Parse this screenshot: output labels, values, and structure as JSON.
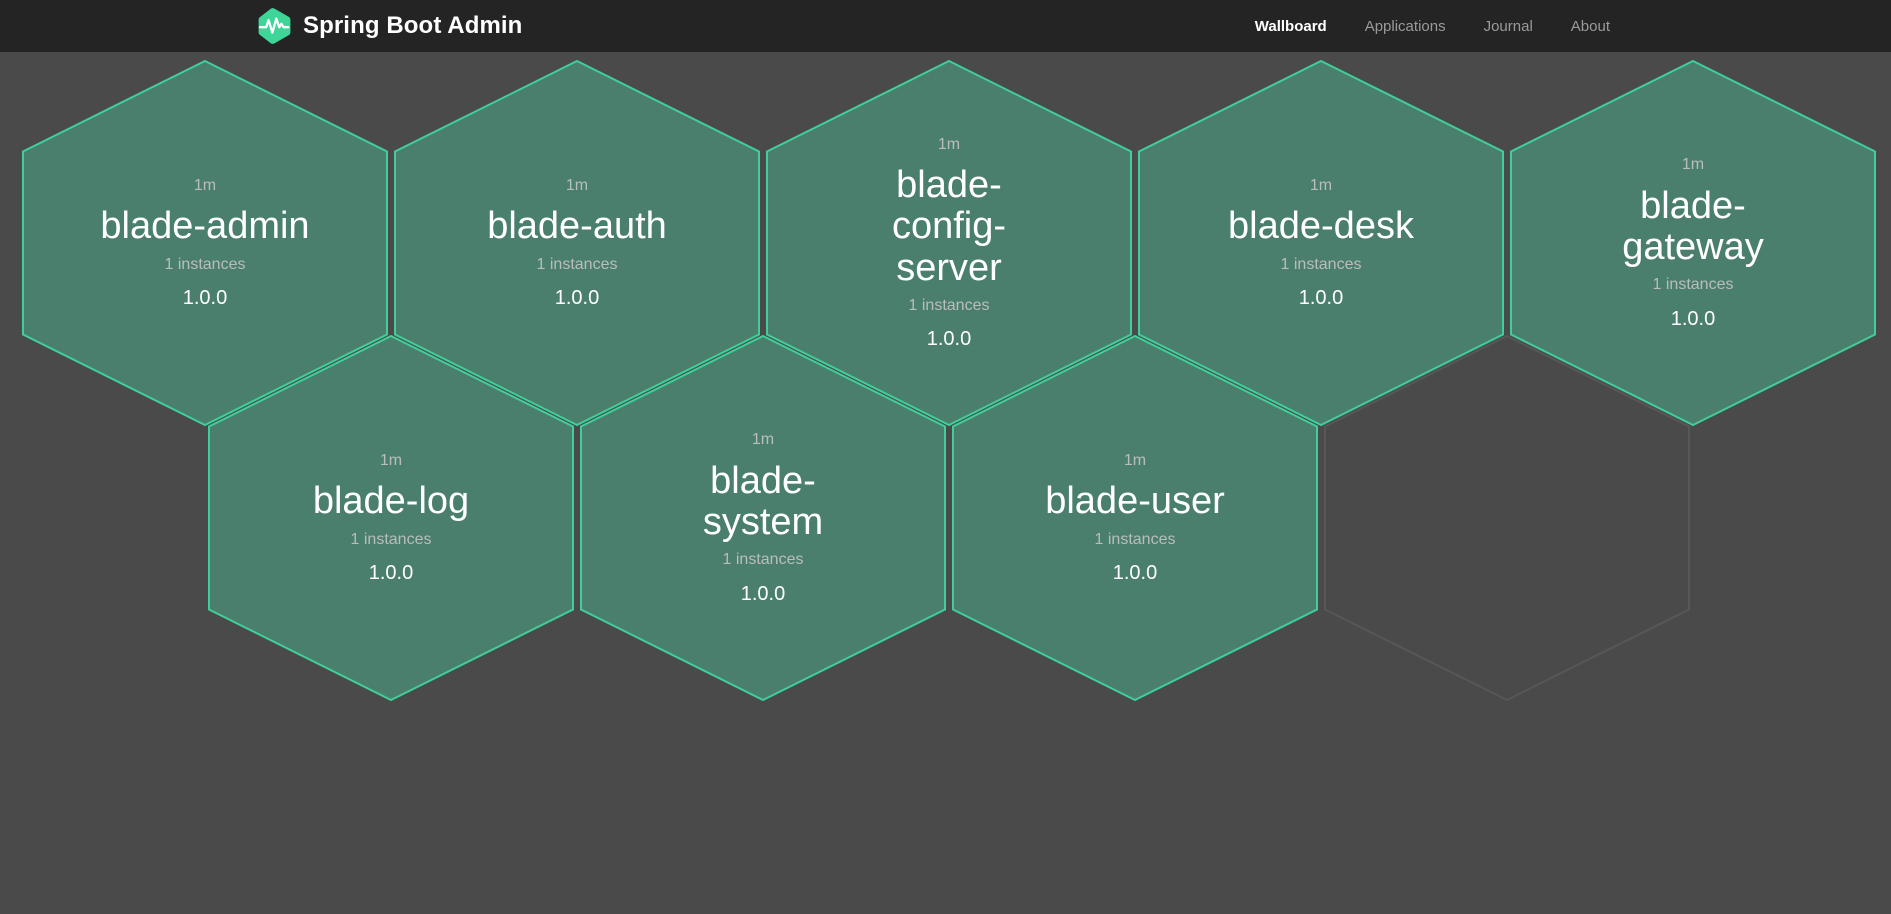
{
  "app": {
    "brand_title": "Spring Boot Admin",
    "logo_icon": "heartbeat-hexagon-logo",
    "brand_color": "#3dd598",
    "navbar_bg": "#242424",
    "background": "#4a4a4a",
    "hex_fill": "#4b7f6d",
    "hex_stroke": "#3fcf9a",
    "empty_hex_stroke": "#575757"
  },
  "nav": {
    "items": [
      {
        "label": "Wallboard",
        "active": true
      },
      {
        "label": "Applications",
        "active": false
      },
      {
        "label": "Journal",
        "active": false
      },
      {
        "label": "About",
        "active": false
      }
    ]
  },
  "wallboard": {
    "applications": [
      {
        "name": "blade-admin",
        "uptime": "1m",
        "instances": "1 instances",
        "version": "1.0.0",
        "status": "up",
        "row": 1,
        "col": 1
      },
      {
        "name": "blade-auth",
        "uptime": "1m",
        "instances": "1 instances",
        "version": "1.0.0",
        "status": "up",
        "row": 1,
        "col": 2
      },
      {
        "name": "blade-config-server",
        "uptime": "1m",
        "instances": "1 instances",
        "version": "1.0.0",
        "status": "up",
        "row": 1,
        "col": 3
      },
      {
        "name": "blade-desk",
        "uptime": "1m",
        "instances": "1 instances",
        "version": "1.0.0",
        "status": "up",
        "row": 1,
        "col": 4
      },
      {
        "name": "blade-gateway",
        "uptime": "1m",
        "instances": "1 instances",
        "version": "1.0.0",
        "status": "up",
        "row": 1,
        "col": 5
      },
      {
        "name": "blade-log",
        "uptime": "1m",
        "instances": "1 instances",
        "version": "1.0.0",
        "status": "up",
        "row": 2,
        "col": 1
      },
      {
        "name": "blade-system",
        "uptime": "1m",
        "instances": "1 instances",
        "version": "1.0.0",
        "status": "up",
        "row": 2,
        "col": 2
      },
      {
        "name": "blade-user",
        "uptime": "1m",
        "instances": "1 instances",
        "version": "1.0.0",
        "status": "up",
        "row": 2,
        "col": 3
      }
    ],
    "placeholder": {
      "row": 2,
      "col": 4,
      "empty": true
    }
  }
}
